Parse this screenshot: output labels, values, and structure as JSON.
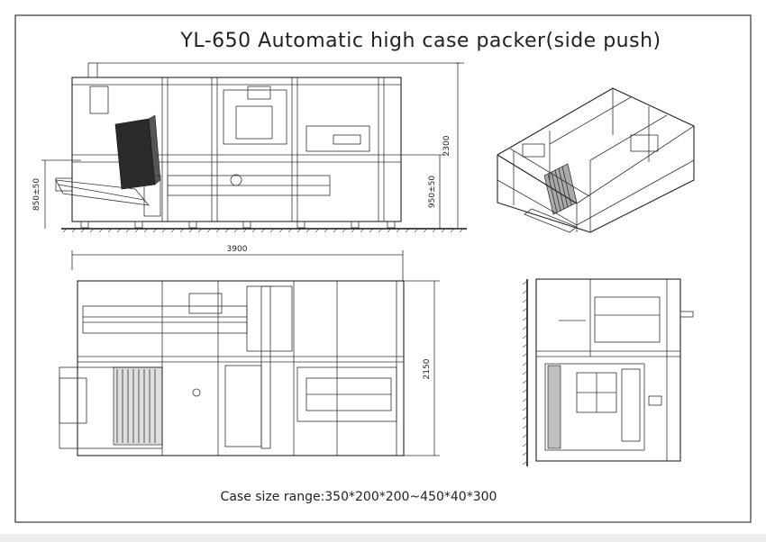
{
  "title": "YL-650 Automatic high case packer(side push)",
  "dimensions": {
    "height_total": "2300",
    "infeed_height": "850±50",
    "outfeed_height": "950±50",
    "length": "3900",
    "width": "2150"
  },
  "footer": "Case size range:350*200*200~450*40*300"
}
